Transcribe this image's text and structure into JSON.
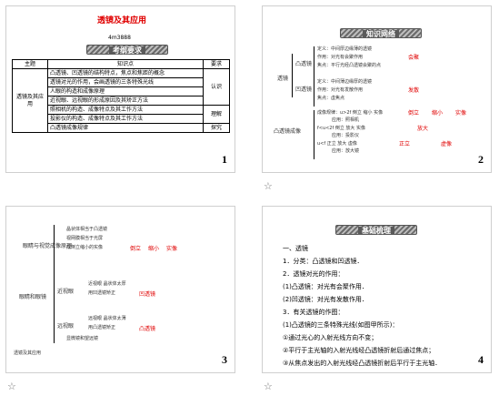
{
  "slides": [
    {
      "number": "1",
      "title": "透镜及其应用",
      "subtitle": "4m3888",
      "banner": "考纲要求",
      "table": {
        "headers": [
          "主题",
          "知识点",
          "要求"
        ],
        "topic": "透镜及其应用",
        "rows": [
          {
            "text": "凸透镜、凹透镜的结构特点，焦点和焦距的概念",
            "level": "认识"
          },
          {
            "text": "透镜对光的作用，会画透镜的三条特殊光线",
            "level": ""
          },
          {
            "text": "人眼的构造和成像原理",
            "level": ""
          },
          {
            "text": "近视眼、远视眼的形成原因及其矫正方法",
            "level": ""
          },
          {
            "text": "照相机的构造、成像特点及其工作方法",
            "level": "理解"
          },
          {
            "text": "投影仪的构造、成像特点及其工作方法",
            "level": ""
          },
          {
            "text": "凸透镜成像规律",
            "level": "探究"
          }
        ]
      }
    },
    {
      "number": "2",
      "banner": "知识网络",
      "root": "透镜",
      "branch1": "凸透镜",
      "branch2": "凹透镜",
      "branch3": "凸透镜成像",
      "lines": [
        "定义：中间厚边缘薄的透镜",
        "作用：对光有会聚作用",
        "焦点：平行光经凸透镜会聚的点",
        "定义：中间薄边缘厚的透镜",
        "作用：对光有发散作用",
        "焦点：虚焦点",
        "成像规律：u>2f 倒立 缩小 实像",
        "应用：照相机",
        "f<u<2f 倒立 放大 实像",
        "应用：投影仪",
        "u<f 正立 放大 虚像",
        "应用：放大镜"
      ],
      "red_words": [
        "会聚",
        "发散",
        "倒立",
        "缩小",
        "实像",
        "放大",
        "虚像",
        "正立"
      ],
      "star": "☆"
    },
    {
      "number": "3",
      "root": "眼睛和眼镜",
      "branches": [
        "眼睛与视觉成像原理",
        "近视眼",
        "远视眼"
      ],
      "lines": [
        "晶状体相当于凸透镜",
        "视网膜相当于光屏",
        "成倒立缩小的实像",
        "近视眼 晶状体太厚",
        "用凹透镜矫正",
        "远视眼 晶状体太薄",
        "用凸透镜矫正",
        "显微镜和望远镜"
      ],
      "red_words": [
        "倒立",
        "缩小",
        "凹透镜",
        "凸透镜",
        "实像"
      ],
      "footnote": "透镜及其应用",
      "star": "☆"
    },
    {
      "number": "4",
      "banner": "基础梳理",
      "lines": [
        "一、透镜",
        "1．分类：凸透镜和凹透镜．",
        "2．透镜对光的作用：",
        "(1)凸透镜：对光有会聚作用．",
        "(2)凹透镜：对光有发散作用．",
        "3．有关透镜的作图：",
        "(1)凸透镜的三条特殊光线(如图甲所示)：",
        "①通过光心的入射光线方向不变；",
        "②平行于主光轴的入射光线经凸透镜折射后通过焦点；",
        "③从焦点发出的入射光线经凸透镜折射后平行于主光轴．"
      ],
      "star": "☆"
    }
  ]
}
